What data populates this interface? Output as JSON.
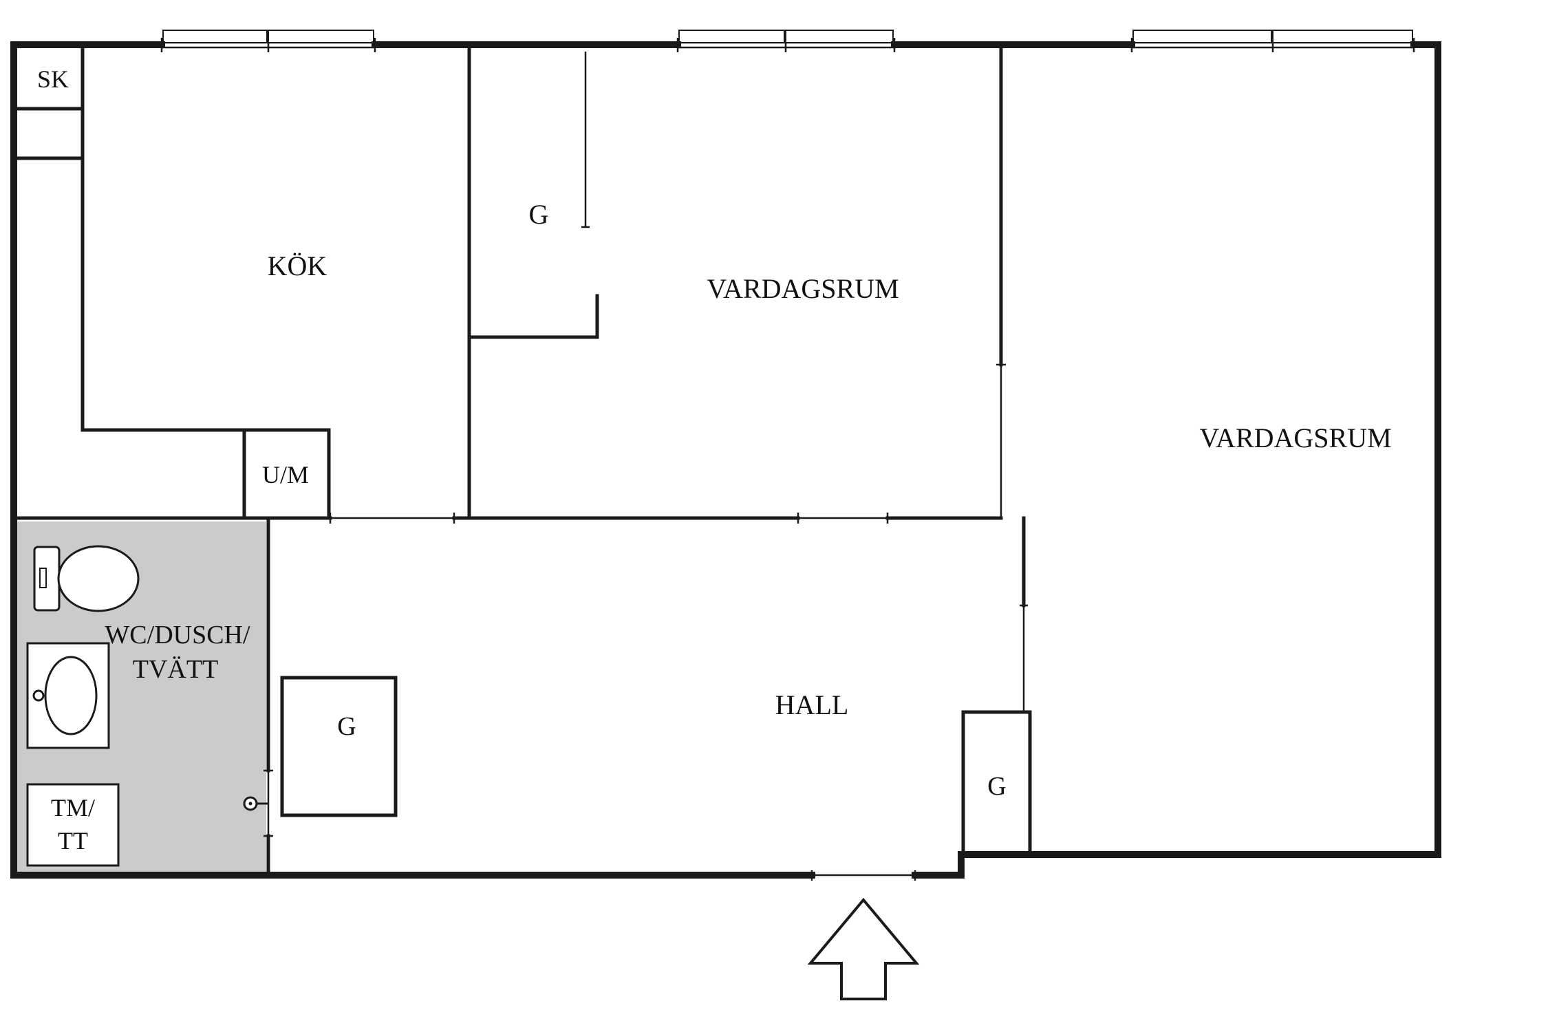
{
  "plan": {
    "colors": {
      "wall": "#1a1a1a",
      "wet_room_fill": "#cbcbcb",
      "background": "#ffffff"
    },
    "rooms": {
      "sk": {
        "label": "SK"
      },
      "kok": {
        "label": "KÖK"
      },
      "closet_top": {
        "label": "G"
      },
      "vardagsrum_center": {
        "label": "VARDAGSRUM"
      },
      "vardagsrum_right": {
        "label": "VARDAGSRUM"
      },
      "um": {
        "label": "U/M"
      },
      "wet_room": {
        "label_line1": "WC/DUSCH/",
        "label_line2": "TVÄTT"
      },
      "tm_tt": {
        "label_line1": "TM/",
        "label_line2": "TT"
      },
      "closet_hall_left": {
        "label": "G"
      },
      "hall": {
        "label": "HALL"
      },
      "closet_hall_right": {
        "label": "G"
      }
    }
  }
}
